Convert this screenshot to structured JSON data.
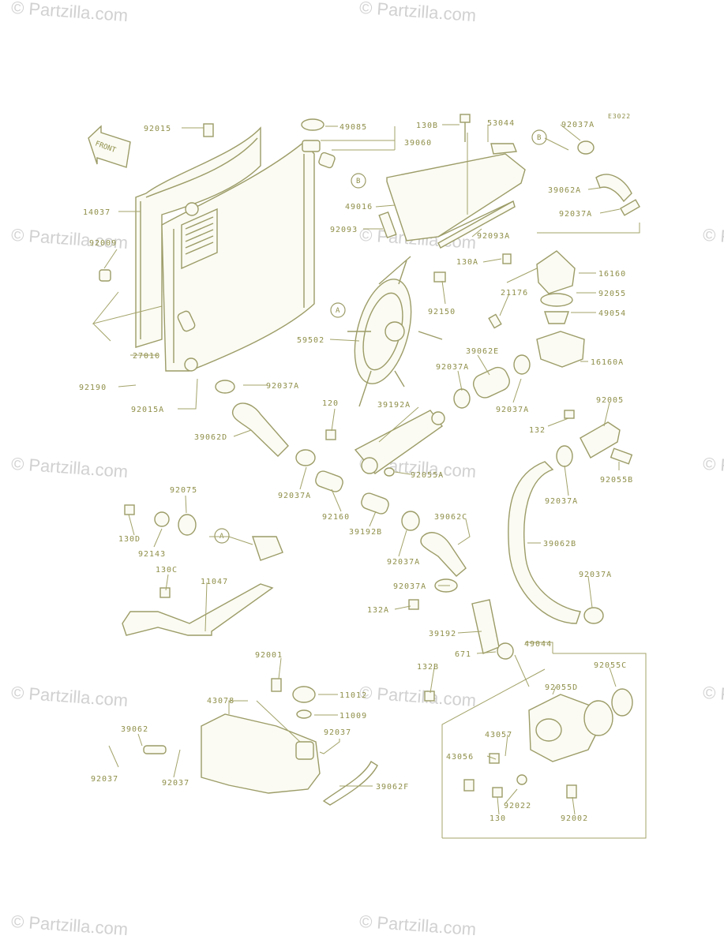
{
  "diagram_code": "E3022",
  "front_label": "FRONT",
  "watermark": "© Partzilla.com",
  "callout_tags": {
    "a": "A",
    "b": "B"
  },
  "labels": {
    "92015": "92015",
    "49085": "49085",
    "39060": "39060",
    "130B": "130B",
    "53044": "53044",
    "92037A_top": "92037A",
    "14037": "14037",
    "49016": "49016",
    "39062A": "39062A",
    "92037A_upper": "92037A",
    "92093": "92093",
    "92093A": "92093A",
    "92009": "92009",
    "130A": "130A",
    "16160": "16160",
    "92150": "92150",
    "21176": "21176",
    "92055": "92055",
    "49054": "49054",
    "59502": "59502",
    "27010": "27010",
    "16160A": "16160A",
    "39062E": "39062E",
    "92037A_mid1": "92037A",
    "92190": "92190",
    "92037A_mid2": "92037A",
    "92005": "92005",
    "92015A": "92015A",
    "92037A_mid3": "92037A",
    "120": "120",
    "39192A": "39192A",
    "132": "132",
    "39062D": "39062D",
    "92055A": "92055A",
    "92055B": "92055B",
    "92037A_mid4": "92037A",
    "92075": "92075",
    "92160": "92160",
    "92037A_right": "92037A",
    "39192B": "39192B",
    "39062C": "39062C",
    "130D": "130D",
    "92143": "92143",
    "39062B": "39062B",
    "92037A_lower": "92037A",
    "130C": "130C",
    "11047": "11047",
    "92037A_lowright": "92037A",
    "92037A_clamp": "92037A",
    "132A": "132A",
    "39192": "39192",
    "671": "671",
    "49044": "49044",
    "132B": "132B",
    "92055D": "92055D",
    "92055C": "92055C",
    "92001": "92001",
    "11012": "11012",
    "43078": "43078",
    "11009": "11009",
    "39062": "39062",
    "92037_right": "92037",
    "43057": "43057",
    "43056": "43056",
    "92037_left": "92037",
    "92037_mid": "92037",
    "39062F": "39062F",
    "92022": "92022",
    "130": "130",
    "92002": "92002"
  }
}
